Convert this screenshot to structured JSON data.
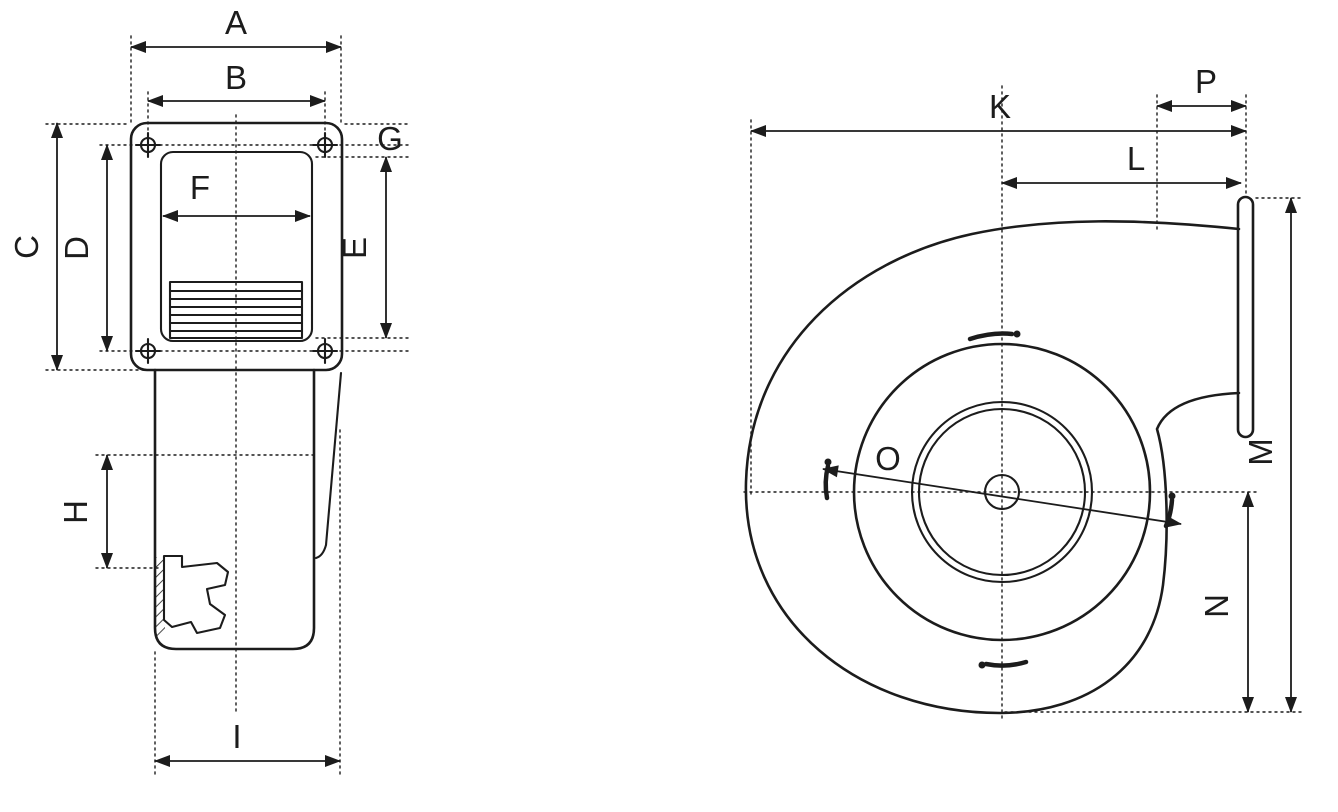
{
  "diagram": {
    "type": "technical-drawing",
    "subject": "centrifugal-fan-dimension-drawing",
    "views": {
      "front": "front-view-with-mounting-flange",
      "side": "volute-scroll-side-view"
    },
    "labels": {
      "A": "A",
      "B": "B",
      "C": "C",
      "D": "D",
      "E": "E",
      "F": "F",
      "G": "G",
      "H": "H",
      "I": "I",
      "K": "K",
      "L": "L",
      "M": "M",
      "N": "N",
      "O": "O",
      "P": "P"
    },
    "colors": {
      "line": "#1c1c1c",
      "background": "#ffffff"
    }
  }
}
